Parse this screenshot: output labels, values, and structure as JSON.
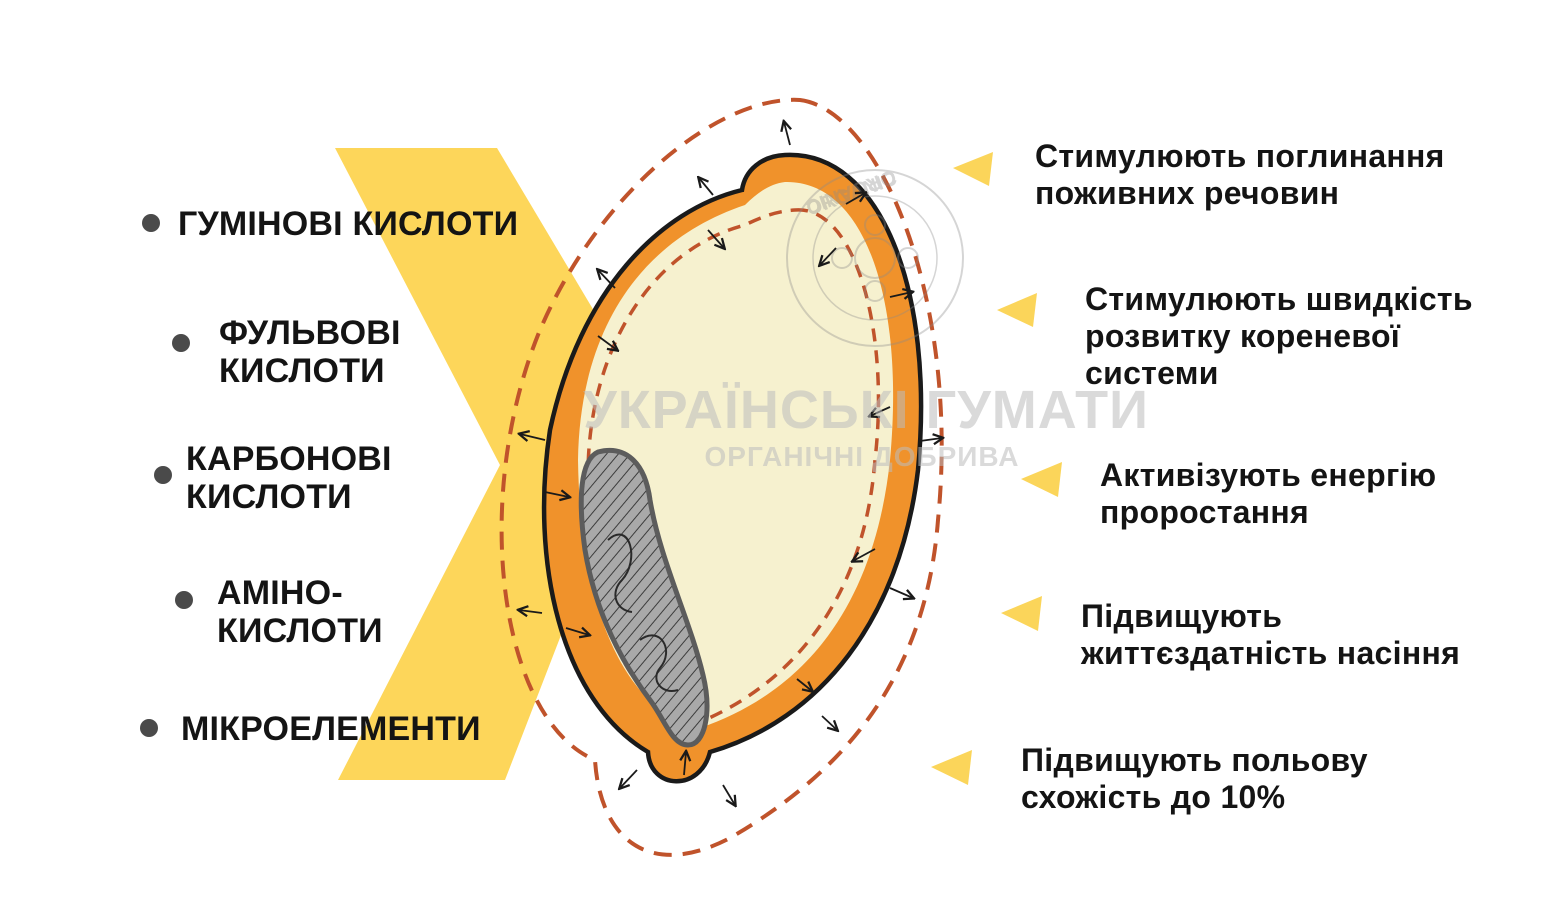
{
  "colors": {
    "banner": "#fdd65a",
    "seed_coat": "#f0922b",
    "endosperm": "#f6f1cf",
    "dash": "#c0532b",
    "embryo_fill": "#a9a9a9",
    "pointer": "#fbd55a",
    "text": "#141414",
    "bullet": "#4a4a4a"
  },
  "left_labels": [
    {
      "text": "ГУМІНОВІ КИСЛОТИ"
    },
    {
      "text": "ФУЛЬВОВІ\nКИСЛОТИ"
    },
    {
      "text": "КАРБОНОВІ\nКИСЛОТИ"
    },
    {
      "text": "АМІНО-\nКИСЛОТИ"
    },
    {
      "text": "МІКРОЕЛЕМЕНТИ"
    }
  ],
  "right_labels": [
    {
      "text": "Стимулюють поглинання\nпоживних речовин"
    },
    {
      "text": "Стимулюють швидкість\nрозвитку кореневої\nсистеми"
    },
    {
      "text": "Активізують енергію\nпроростання"
    },
    {
      "text": "Підвищують\nжиттєздатність насіння"
    },
    {
      "text": "Підвищують польову\nсхожість до 10%"
    }
  ],
  "watermark": {
    "title": "УКРАЇНСЬКІ ГУМАТИ",
    "subtitle": "ОРГАНІЧНІ ДОБРИВА",
    "seal_text": "ORGANIC"
  }
}
